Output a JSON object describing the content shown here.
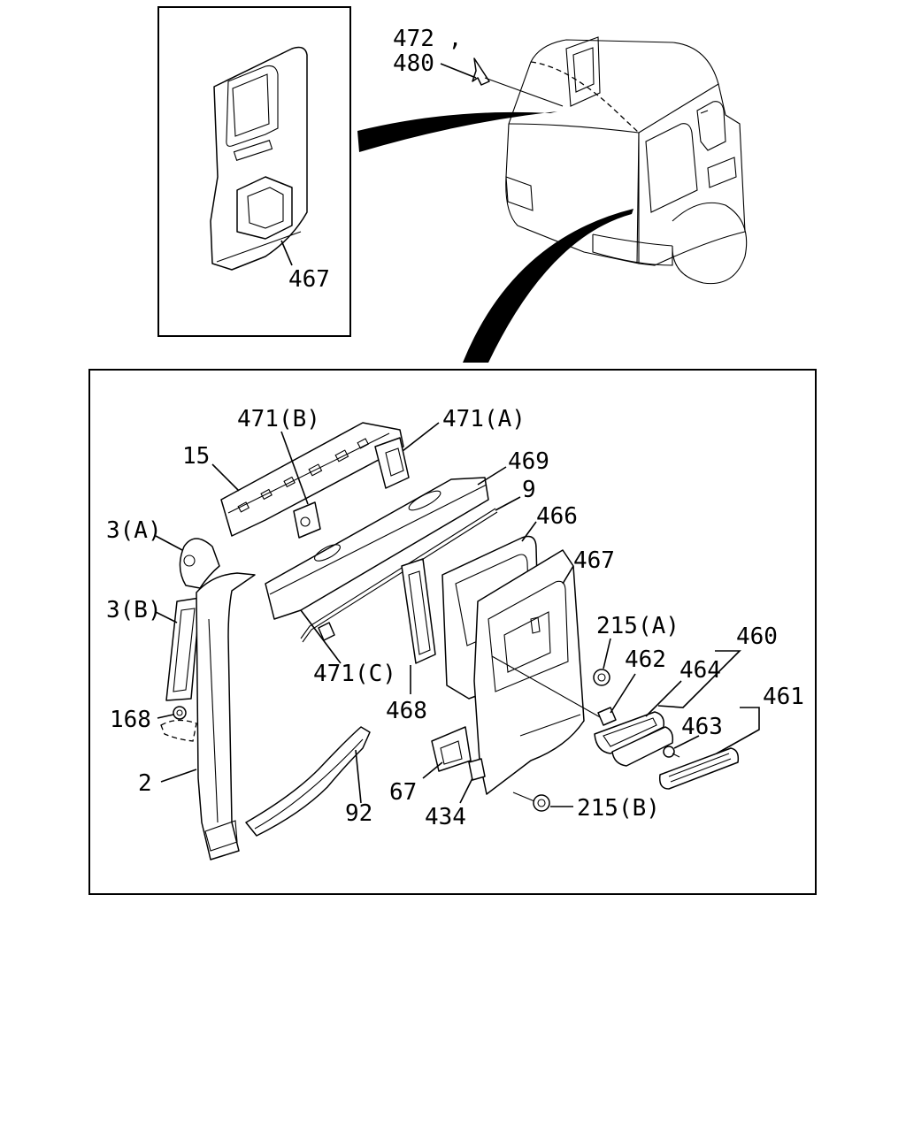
{
  "labels": {
    "l_472": "472 ,",
    "l_480": "480",
    "l_467_inset": "467",
    "l_471b": "471(B)",
    "l_471a": "471(A)",
    "l_15": "15",
    "l_469": "469",
    "l_9": "9",
    "l_466": "466",
    "l_3a": "3(A)",
    "l_467": "467",
    "l_3b": "3(B)",
    "l_215a": "215(A)",
    "l_460": "460",
    "l_462": "462",
    "l_464": "464",
    "l_471c": "471(C)",
    "l_168": "168",
    "l_468": "468",
    "l_461": "461",
    "l_463": "463",
    "l_2": "2",
    "l_67": "67",
    "l_92": "92",
    "l_215b": "215(B)",
    "l_434": "434"
  }
}
